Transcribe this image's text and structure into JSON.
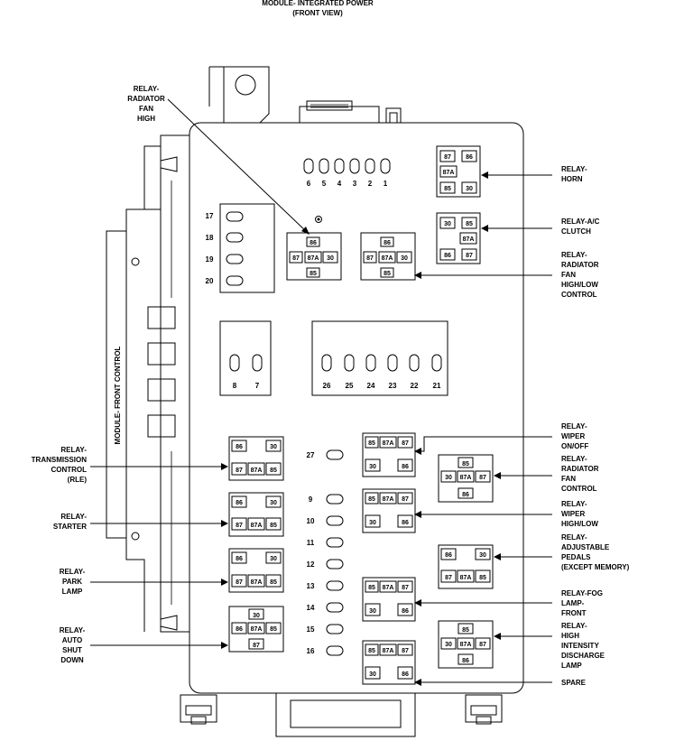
{
  "title": {
    "line1": "MODULE- INTEGRATED POWER",
    "line2": "(FRONT VIEW)"
  },
  "side_label": "MODULE- FRONT CONTROL",
  "fuse_numbers": {
    "top_row": [
      "6",
      "5",
      "4",
      "3",
      "2",
      "1"
    ],
    "left_column": [
      "17",
      "18",
      "19",
      "20"
    ],
    "mid_small": [
      "8",
      "7"
    ],
    "mid_row": [
      "26",
      "25",
      "24",
      "23",
      "22",
      "21"
    ],
    "center_column": [
      "27",
      "9",
      "10",
      "11",
      "12",
      "13",
      "14",
      "15",
      "16"
    ]
  },
  "relay_labels": {
    "radiator_fan_high": [
      "RELAY-",
      "RADIATOR",
      "FAN",
      "HIGH"
    ],
    "horn": [
      "RELAY-",
      "HORN"
    ],
    "ac_clutch": [
      "RELAY-A/C",
      "CLUTCH"
    ],
    "radiator_fan_high_low_control": [
      "RELAY-",
      "RADIATOR",
      "FAN",
      "HIGH/LOW",
      "CONTROL"
    ],
    "transmission_control": [
      "RELAY-",
      "TRANSMISSION",
      "CONTROL",
      "(RLE)"
    ],
    "starter": [
      "RELAY-",
      "STARTER"
    ],
    "park_lamp": [
      "RELAY-",
      "PARK",
      "LAMP"
    ],
    "auto_shut_down": [
      "RELAY-",
      "AUTO",
      "SHUT",
      "DOWN"
    ],
    "wiper_on_off": [
      "RELAY-",
      "WIPER",
      "ON/OFF"
    ],
    "radiator_fan_control": [
      "RELAY-",
      "RADIATOR",
      "FAN",
      "CONTROL"
    ],
    "wiper_high_low": [
      "RELAY-",
      "WIPER",
      "HIGH/LOW"
    ],
    "adjustable_pedals": [
      "RELAY-",
      "ADJUSTABLE",
      "PEDALS",
      "(EXCEPT MEMORY)"
    ],
    "fog_lamp_front": [
      "RELAY-FOG",
      "LAMP-",
      "FRONT"
    ],
    "hid_lamp": [
      "RELAY-",
      "HIGH",
      "INTENSITY",
      "DISCHARGE",
      "LAMP"
    ],
    "spare": [
      "SPARE"
    ]
  },
  "pins": {
    "p85": "85",
    "p86": "86",
    "p87": "87",
    "p87a": "87A",
    "p30": "30"
  }
}
